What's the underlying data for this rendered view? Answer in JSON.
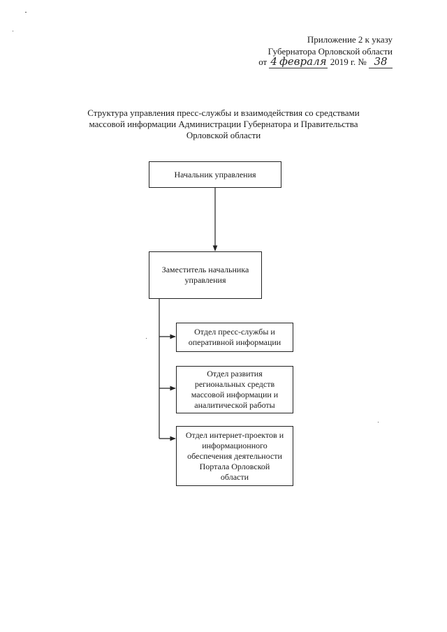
{
  "annex": {
    "line1": "Приложение 2 к указу",
    "line2": "Губернатора Орловской области",
    "from_label": "от",
    "date_day": "4",
    "date_month": "февраля",
    "year_label": "2019 г. №",
    "number": "38"
  },
  "title": {
    "line1": "Структура управления пресс-службы и взаимодействия со средствами",
    "line2": "массовой информации Администрации Губернатора и Правительства",
    "line3": "Орловской области"
  },
  "org": {
    "head": "Начальник управления",
    "deputy": {
      "line1": "Заместитель начальника",
      "line2": "управления"
    },
    "departments": [
      {
        "line1": "Отдел пресс-службы и",
        "line2": "оперативной информации"
      },
      {
        "line1": "Отдел развития",
        "line2": "региональных средств",
        "line3": "массовой информации  и",
        "line4": "аналитической работы"
      },
      {
        "line1": "Отдел интернет-проектов и",
        "line2": "информационного",
        "line3": "обеспечения деятельности",
        "line4": "Портала Орловской",
        "line5": "области"
      }
    ]
  }
}
